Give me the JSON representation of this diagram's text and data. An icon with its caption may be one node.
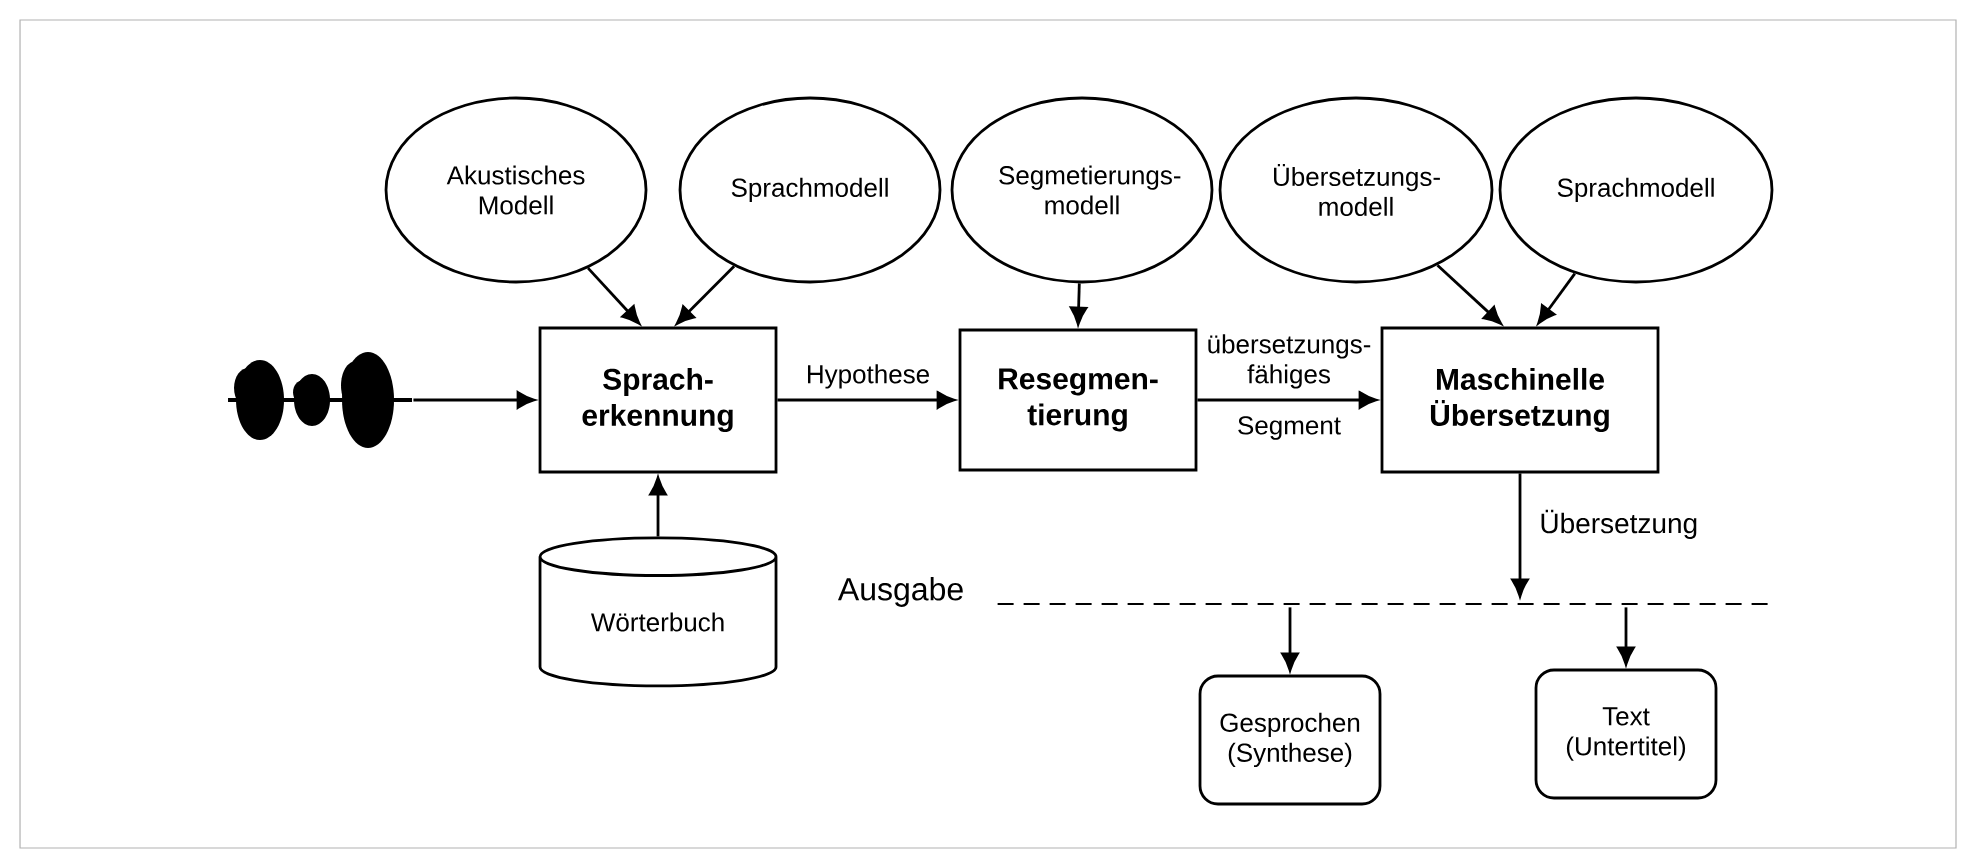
{
  "diagram": {
    "nodes": [
      {
        "text": [
          "Akustisches Modell"
        ]
      },
      {
        "text": [
          "Sprachmodell"
        ]
      },
      {
        "text": [
          "Segmetierungs- modell"
        ]
      },
      {
        "text": [
          "Übersetzungs- modell"
        ]
      },
      {
        "text": [
          "Sprachmodell"
        ]
      },
      {
        "text": [],
        "shape": "picture"
      },
      {
        "text": [
          "Sprach- erkennung"
        ]
      },
      {
        "text": [
          "Resegmen- tierung"
        ]
      },
      {
        "text": [
          "Maschinelle Übersetzung"
        ]
      },
      {
        "text": [
          "Wörterbuch"
        ]
      },
      {
        "text": [],
        "shape": "bar",
        "beside": [
          "Ausgabe"
        ]
      },
      {
        "text": [
          "Gesprochen (Synthese)"
        ]
      },
      {
        "text": [
          "Text (Untertitel)"
        ]
      }
    ],
    "edges": [
      {
        "from": 0,
        "to": 6,
        "arrow": "to"
      },
      {
        "from": 1,
        "to": 6,
        "arrow": "to"
      },
      {
        "from": 5,
        "to": 6,
        "arrow": "to"
      },
      {
        "from": 9,
        "to": 6,
        "arrow": "to"
      },
      {
        "from": 6,
        "to": 7,
        "arrow": "to",
        "label": "Hypothese"
      },
      {
        "from": 2,
        "to": 7,
        "arrow": "to"
      },
      {
        "from": 7,
        "to": 8,
        "arrow": "to",
        "label": "übersetzungs- fähiges"
      },
      {
        "from": 3,
        "to": 8,
        "arrow": "to"
      },
      {
        "from": 4,
        "to": 8,
        "arrow": "to"
      },
      {
        "from": 8,
        "to": 10,
        "arrow": "to",
        "label": "Übersetzung"
      },
      {
        "from": 10,
        "to": 11,
        "arrow": "to"
      },
      {
        "from": 10,
        "to": 12,
        "arrow": "to"
      }
    ],
    "labels": [
      "Segment"
    ]
  }
}
